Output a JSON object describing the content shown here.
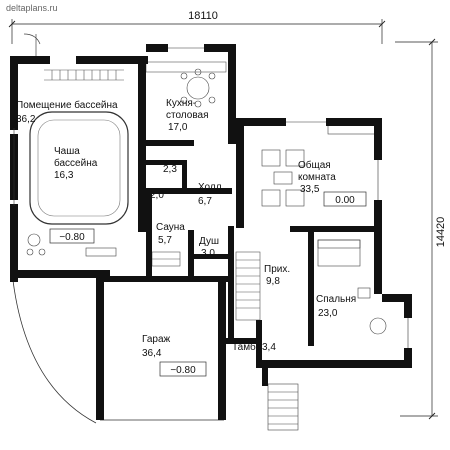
{
  "watermark": "deltaplans.ru",
  "dimensions": {
    "width": "18110",
    "height": "14420"
  },
  "rooms": [
    {
      "id": "pool-room",
      "name": "Помещение бассейна",
      "area": "36,2"
    },
    {
      "id": "pool-bowl",
      "name_line1": "Чаша",
      "name_line2": "бассейна",
      "area": "16,3"
    },
    {
      "id": "kitchen",
      "name_line1": "Кухня-",
      "name_line2": "столовая",
      "area": "17,0"
    },
    {
      "id": "living",
      "name_line1": "Общая",
      "name_line2": "комната",
      "area": "33,5"
    },
    {
      "id": "hall",
      "name": "Холл",
      "area": "6,7"
    },
    {
      "id": "sauna",
      "name": "Сауна",
      "area": "5,7"
    },
    {
      "id": "shower",
      "name": "Душ",
      "area": "3,0"
    },
    {
      "id": "entry",
      "name": "Прих.",
      "area": "9,8"
    },
    {
      "id": "bedroom",
      "name": "Спальня",
      "area": "23,0"
    },
    {
      "id": "garage",
      "name": "Гараж",
      "area": "36,4"
    },
    {
      "id": "vestibule",
      "name": "Тамб",
      "area": "3,4"
    },
    {
      "id": "small-1",
      "area": "2,3"
    },
    {
      "id": "small-2",
      "area": "2,0"
    }
  ],
  "levels": {
    "pool": "−0.80",
    "living": "0.00",
    "garage": "−0.80"
  }
}
